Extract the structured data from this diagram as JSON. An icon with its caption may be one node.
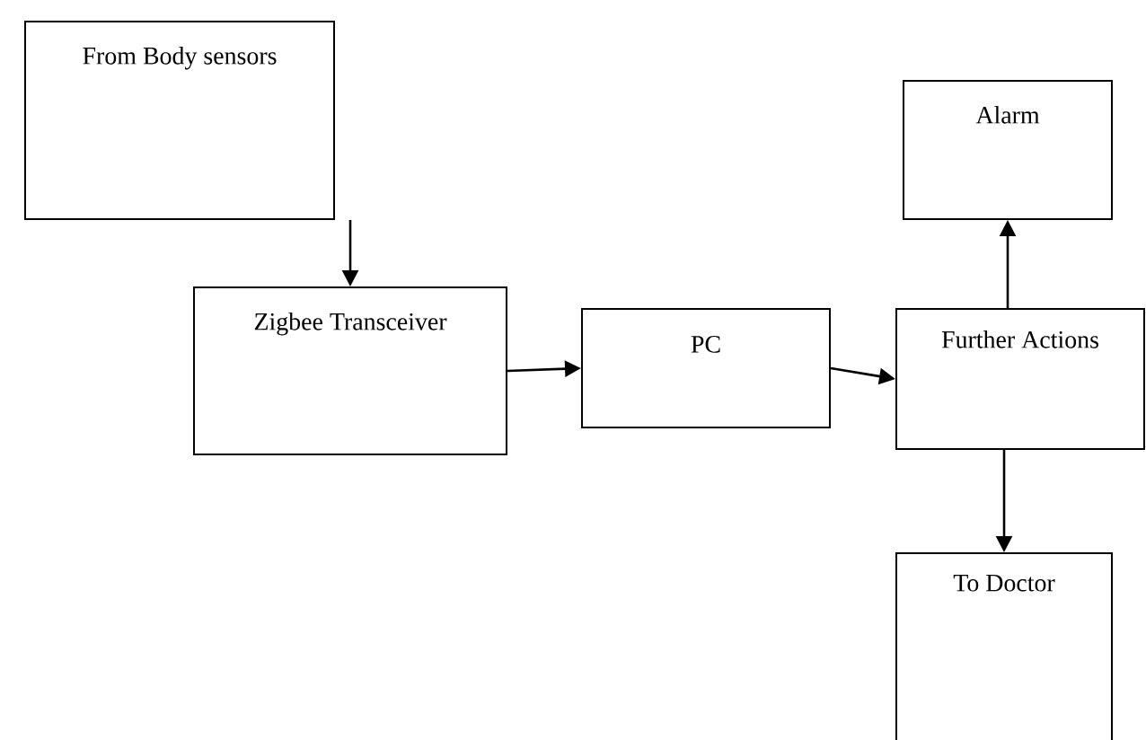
{
  "diagram": {
    "nodes": [
      {
        "text": [
          "From Body sensors"
        ]
      },
      {
        "text": [
          "Zigbee Transceiver"
        ]
      },
      {
        "text": [
          "PC"
        ]
      },
      {
        "text": [
          "Further Actions"
        ]
      },
      {
        "text": [
          "Alarm"
        ]
      },
      {
        "text": [
          "To Doctor"
        ]
      }
    ],
    "edges": [
      {
        "from": 0,
        "to": 1,
        "arrow": "to"
      },
      {
        "from": 1,
        "to": 2,
        "arrow": "to"
      },
      {
        "from": 2,
        "to": 3,
        "arrow": "to"
      },
      {
        "from": 3,
        "to": 4,
        "arrow": "to"
      },
      {
        "from": 3,
        "to": 5,
        "arrow": "to"
      }
    ]
  }
}
